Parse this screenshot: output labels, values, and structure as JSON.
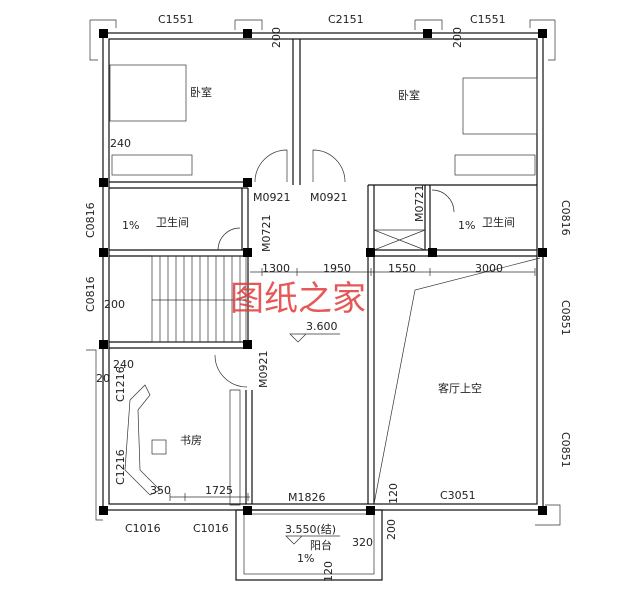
{
  "rooms": {
    "bedroom_left": "卧室",
    "bedroom_right": "卧室",
    "bath_left": "卫生间",
    "bath_right": "卫生间",
    "study": "书房",
    "living_void": "客厅上空",
    "balcony": "阳台"
  },
  "windows": {
    "top_left": "C1551",
    "top_mid": "C2151",
    "top_right": "C1551",
    "left_bath": "C0816",
    "right_bath": "C0816",
    "left_stair": "C0816",
    "right_upper": "C0851",
    "right_lower": "C0851",
    "study_upper": "C1216",
    "study_lower": "C1216",
    "bottom_left1": "C1016",
    "bottom_left2": "C1016",
    "bottom_right": "C3051"
  },
  "doors": {
    "bed_left": "M0921",
    "bed_right": "M0921",
    "bath_left": "M0721",
    "bath_right": "M0721",
    "study": "M0921",
    "balcony": "M1826"
  },
  "dimensions": {
    "top_200_a": "200",
    "top_200_b": "200",
    "d240_a": "240",
    "d1300": "1300",
    "d1950": "1950",
    "d1550": "1550",
    "d3000": "3000",
    "left_200": "200",
    "d240_b": "240",
    "d20": "20",
    "d350": "350",
    "d1725": "1725",
    "d120_a": "120",
    "d200_c": "200",
    "d320": "320",
    "d120_b": "120"
  },
  "elevations": {
    "floor": "3.600",
    "balcony": "3.550(结)"
  },
  "slopes": {
    "bath_left": "1%",
    "bath_right": "1%",
    "balcony": "1%"
  },
  "watermark": "图纸之家",
  "colors": {
    "line": "#111111",
    "watermark": "#e23b3b"
  }
}
